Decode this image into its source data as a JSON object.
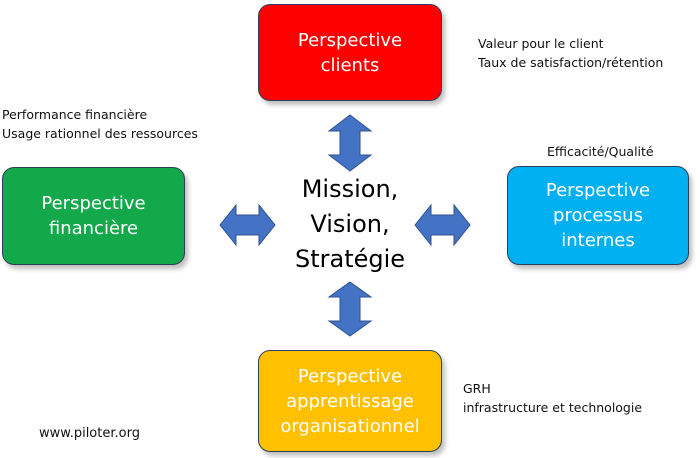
{
  "colors": {
    "clients": "#ff0000",
    "financiere": "#13a94a",
    "processus": "#00b0f0",
    "apprentissage": "#ffc000",
    "arrow": "#4472c4"
  },
  "center": {
    "line1": "Mission,",
    "line2": "Vision,",
    "line3": "Stratégie"
  },
  "boxes": {
    "clients": {
      "line1": "Perspective",
      "line2": "clients"
    },
    "financiere": {
      "line1": "Perspective",
      "line2": "financière"
    },
    "processus": {
      "line1": "Perspective",
      "line2": "processus",
      "line3": "internes"
    },
    "apprentissage": {
      "line1": "Perspective",
      "line2": "apprentissage",
      "line3": "organisationnel"
    }
  },
  "notes": {
    "clients": {
      "line1": "Valeur pour le client",
      "line2": "Taux de satisfaction/rétention"
    },
    "financiere": {
      "line1": "Performance financière",
      "line2": "Usage rationnel des ressources"
    },
    "processus": {
      "line1": "Efficacité/Qualité"
    },
    "apprentissage": {
      "line1": "GRH",
      "line2": "infrastructure et technologie"
    }
  },
  "website": "www.piloter.org",
  "icons": [
    "double-arrow-vertical",
    "double-arrow-horizontal"
  ]
}
